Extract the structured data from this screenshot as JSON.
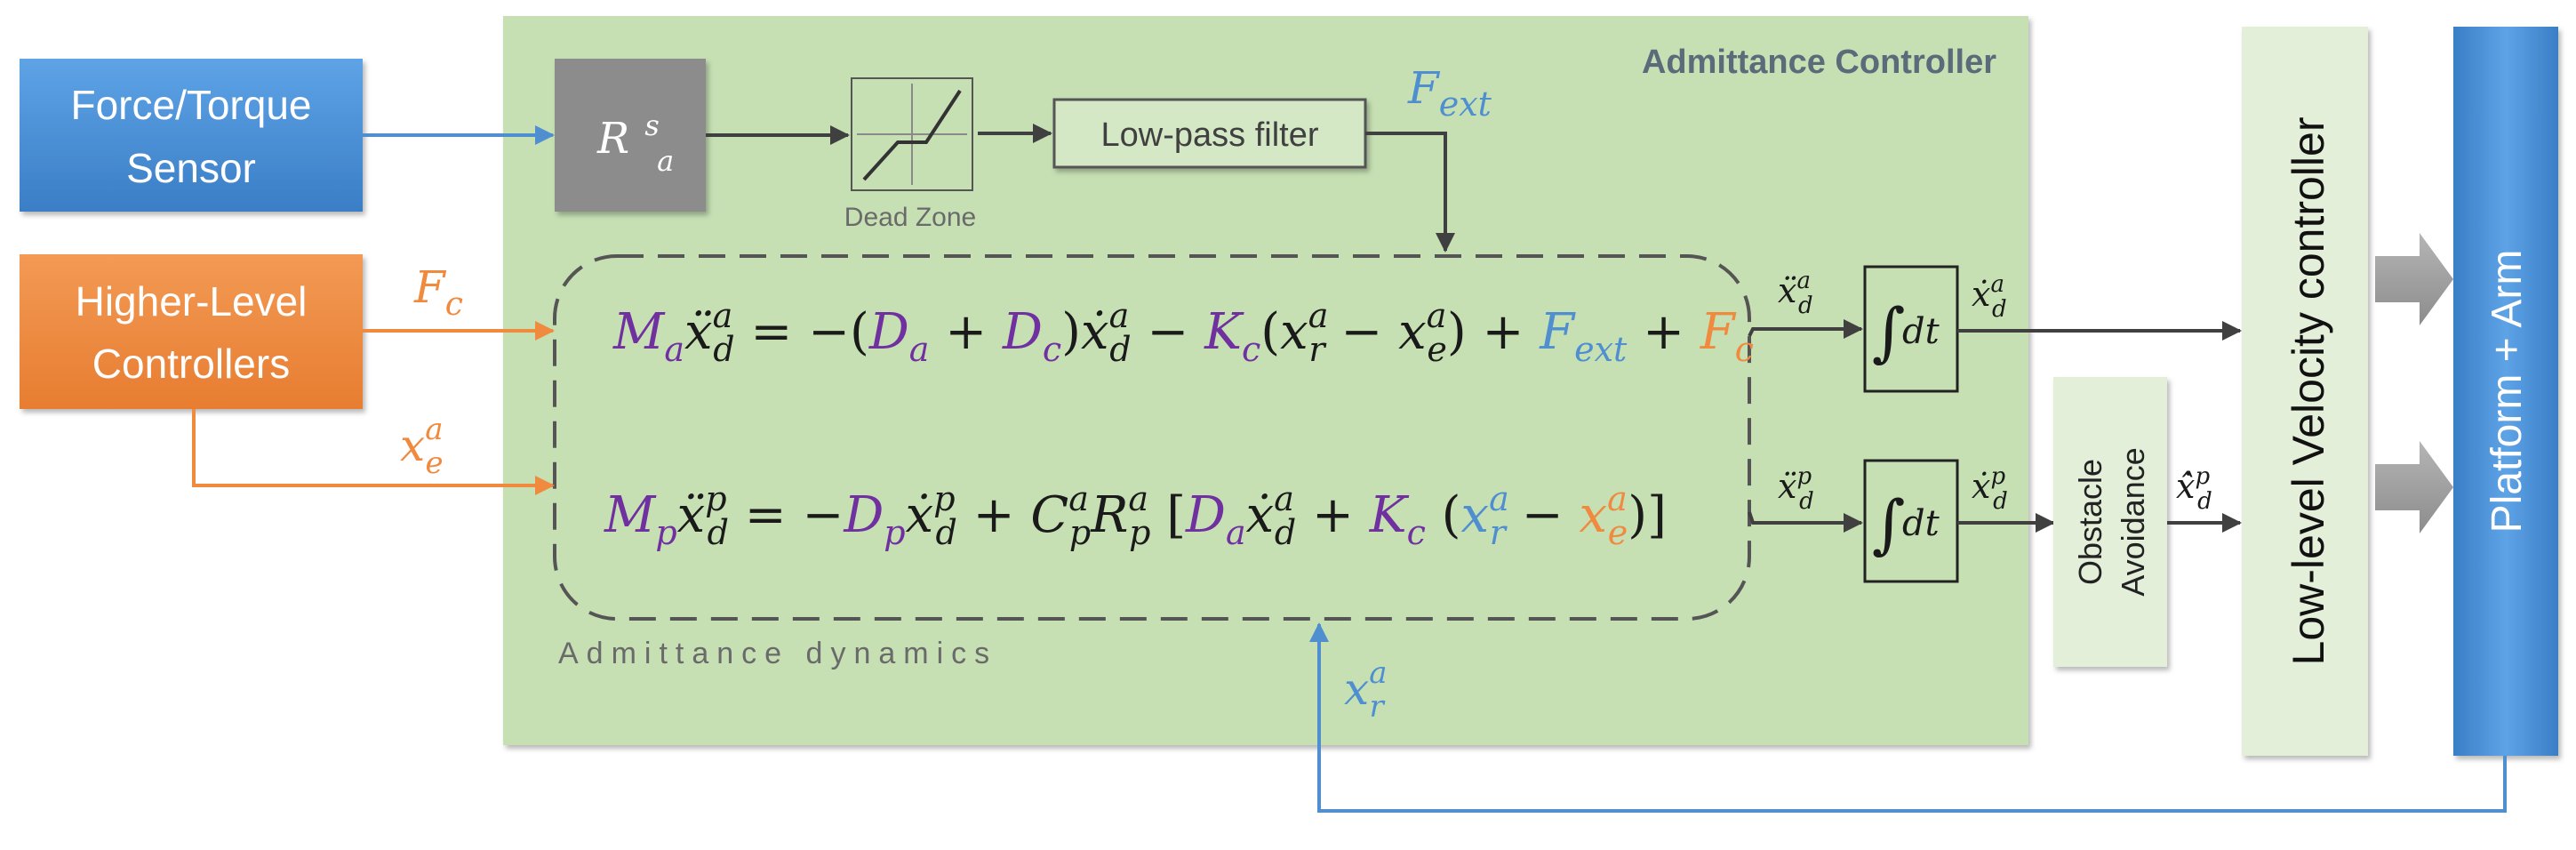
{
  "blocks": {
    "sensor": {
      "line1": "Force/Torque",
      "line2": "Sensor"
    },
    "higher": {
      "line1": "Higher-Level",
      "line2": "Controllers"
    },
    "controller_title": "Admittance Controller",
    "rotation": {
      "base": "R",
      "sup": "s",
      "sub": "a"
    },
    "deadzone_label": "Dead Zone",
    "lowpass_label": "Low-pass filter",
    "dynamics_label": "Admittance dynamics",
    "obstacle": {
      "line1": "Obstacle",
      "line2": "Avoidance"
    },
    "velocity_controller": "Low-level Velocity controller",
    "platform": "Platform + Arm",
    "integrator": "dt"
  },
  "signals": {
    "f_ext": {
      "base": "F",
      "sub": "ext"
    },
    "f_c": {
      "base": "F",
      "sub": "c"
    },
    "x_e": {
      "base": "x",
      "sup": "a",
      "sub": "e"
    },
    "x_r": {
      "base": "x",
      "sup": "a",
      "sub": "r"
    },
    "acc_a": {
      "base": "ẍ",
      "sup": "a",
      "sub": "d"
    },
    "vel_a": {
      "base": "ẋ",
      "sup": "a",
      "sub": "d"
    },
    "acc_p": {
      "base": "ẍ",
      "sup": "p",
      "sub": "d"
    },
    "vel_p": {
      "base": "ẋ",
      "sup": "p",
      "sub": "d"
    },
    "vel_p_hat": {
      "base": "ẋ̂",
      "sup": "p",
      "sub": "d"
    }
  },
  "equations": {
    "eq1": [
      {
        "t": "M",
        "c": "purple"
      },
      {
        "t": "a",
        "c": "purple",
        "s": "sub"
      },
      {
        "t": "ẍ",
        "c": "dark"
      },
      {
        "t": "a",
        "c": "dark",
        "s": "sup"
      },
      {
        "t": "d",
        "c": "dark",
        "s": "subback"
      },
      {
        "t": " = −(",
        "c": "dark",
        "n": true
      },
      {
        "t": "D",
        "c": "purple"
      },
      {
        "t": "a",
        "c": "purple",
        "s": "sub"
      },
      {
        "t": " + ",
        "c": "dark",
        "n": true
      },
      {
        "t": "D",
        "c": "purple"
      },
      {
        "t": "c",
        "c": "purple",
        "s": "sub"
      },
      {
        "t": ")",
        "c": "dark",
        "n": true
      },
      {
        "t": "ẋ",
        "c": "dark"
      },
      {
        "t": "a",
        "c": "dark",
        "s": "sup"
      },
      {
        "t": "d",
        "c": "dark",
        "s": "subback"
      },
      {
        "t": "  − ",
        "c": "dark",
        "n": true
      },
      {
        "t": "K",
        "c": "purple"
      },
      {
        "t": "c",
        "c": "purple",
        "s": "sub"
      },
      {
        "t": "(",
        "c": "dark",
        "n": true
      },
      {
        "t": "x",
        "c": "dark"
      },
      {
        "t": "a",
        "c": "dark",
        "s": "sup"
      },
      {
        "t": "r",
        "c": "dark",
        "s": "subback"
      },
      {
        "t": " − ",
        "c": "dark",
        "n": true
      },
      {
        "t": "x",
        "c": "dark"
      },
      {
        "t": "a",
        "c": "dark",
        "s": "sup"
      },
      {
        "t": "e",
        "c": "dark",
        "s": "subback"
      },
      {
        "t": ") + ",
        "c": "dark",
        "n": true
      },
      {
        "t": "F",
        "c": "blue"
      },
      {
        "t": "ext",
        "c": "blue",
        "s": "sub"
      },
      {
        "t": " + ",
        "c": "dark",
        "n": true
      },
      {
        "t": "F",
        "c": "orange"
      },
      {
        "t": "c",
        "c": "orange",
        "s": "sub"
      }
    ],
    "eq2": [
      {
        "t": "M",
        "c": "purple"
      },
      {
        "t": "p",
        "c": "purple",
        "s": "sub"
      },
      {
        "t": "ẍ",
        "c": "dark"
      },
      {
        "t": "p",
        "c": "dark",
        "s": "sup"
      },
      {
        "t": "d",
        "c": "dark",
        "s": "subback"
      },
      {
        "t": " = −",
        "c": "dark",
        "n": true
      },
      {
        "t": "D",
        "c": "purple"
      },
      {
        "t": "p",
        "c": "purple",
        "s": "sub"
      },
      {
        "t": "ẋ",
        "c": "dark"
      },
      {
        "t": "p",
        "c": "dark",
        "s": "sup"
      },
      {
        "t": "d",
        "c": "dark",
        "s": "subback"
      },
      {
        "t": " + ",
        "c": "dark",
        "n": true
      },
      {
        "t": "C",
        "c": "dark"
      },
      {
        "t": "a",
        "c": "dark",
        "s": "sup"
      },
      {
        "t": "p",
        "c": "dark",
        "s": "subback"
      },
      {
        "t": "R",
        "c": "dark"
      },
      {
        "t": "a",
        "c": "dark",
        "s": "sup"
      },
      {
        "t": "p",
        "c": "dark",
        "s": "subback"
      },
      {
        "t": " [",
        "c": "dark",
        "n": true
      },
      {
        "t": "D",
        "c": "purple"
      },
      {
        "t": "a",
        "c": "purple",
        "s": "sub"
      },
      {
        "t": "ẋ",
        "c": "dark"
      },
      {
        "t": "a",
        "c": "dark",
        "s": "sup"
      },
      {
        "t": "d",
        "c": "dark",
        "s": "subback"
      },
      {
        "t": " + ",
        "c": "dark",
        "n": true
      },
      {
        "t": "K",
        "c": "purple"
      },
      {
        "t": "c",
        "c": "purple",
        "s": "sub"
      },
      {
        "t": " (",
        "c": "dark",
        "n": true
      },
      {
        "t": "x",
        "c": "blue"
      },
      {
        "t": "a",
        "c": "blue",
        "s": "sup"
      },
      {
        "t": "r",
        "c": "blue",
        "s": "subback"
      },
      {
        "t": " − ",
        "c": "dark",
        "n": true
      },
      {
        "t": "x",
        "c": "orange"
      },
      {
        "t": "a",
        "c": "orange",
        "s": "sup"
      },
      {
        "t": "e",
        "c": "orange",
        "s": "subback"
      },
      {
        "t": ")]",
        "c": "dark",
        "n": true
      }
    ]
  },
  "colors": {
    "sensor_blue": "#4a90d9",
    "higher_orange": "#ef8a3f",
    "controller_green": "#c6e0b4",
    "light_green": "#e3efd9",
    "arrow_dark": "#404040",
    "signal_blue": "#4f8fd0",
    "signal_orange": "#ef8a3f",
    "math_purple": "#7030a0",
    "math_dark": "#1a1a1a"
  }
}
